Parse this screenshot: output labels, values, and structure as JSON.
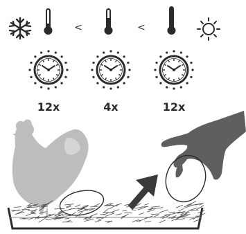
{
  "temperature_row": {
    "cold_icon": "snowflake-icon",
    "hot_icon": "sun-icon",
    "thermometer_icon": "thermometer-icon",
    "comparators": [
      "<",
      "<"
    ],
    "levels": [
      "low",
      "medium",
      "high"
    ]
  },
  "timers": [
    {
      "icon": "clock-icon",
      "label": "12x"
    },
    {
      "icon": "clock-icon",
      "label": "4x"
    },
    {
      "icon": "clock-icon",
      "label": "12x"
    }
  ],
  "scene": {
    "hen_icon": "chicken-silhouette",
    "egg_icon": "egg-outline",
    "hand_icon": "hand-icon",
    "arrow_icon": "arrow-up-right-icon",
    "nest_icon": "nest-tray",
    "colors": {
      "hen": "#bdbdbd",
      "hand": "#5f5f5f",
      "ink": "#2b2b2b"
    }
  }
}
